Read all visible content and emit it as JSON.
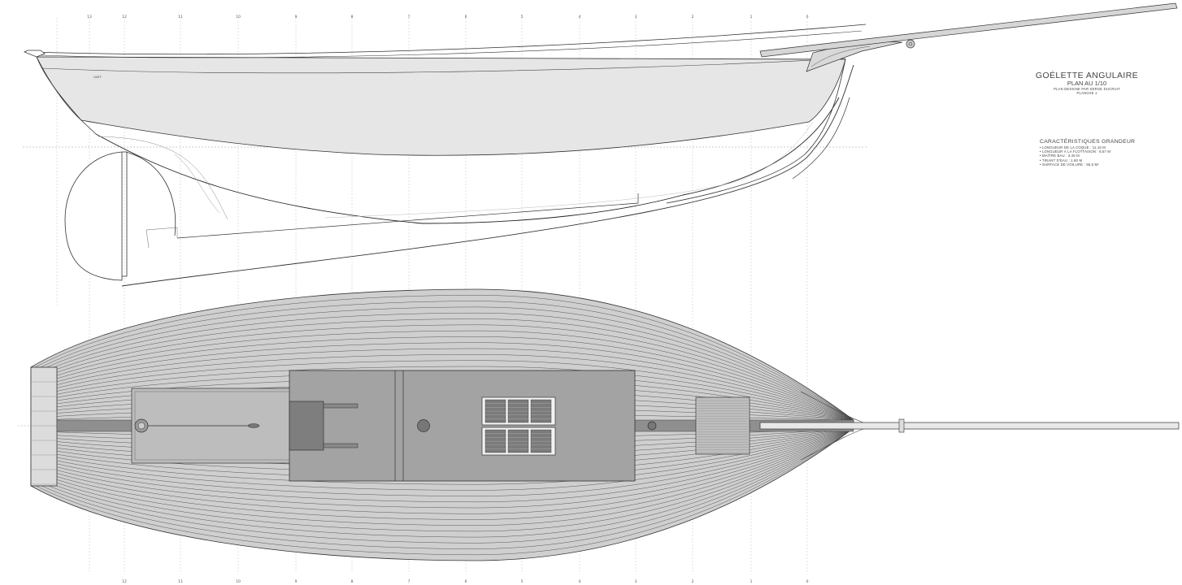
{
  "title_block": {
    "title": "GOÉLETTE ANGULAIRE",
    "scale": "PLAN AU 1/10",
    "author": "PLAN DESSINE PAR SERGE DUCRUIT",
    "sheet": "PLANCHE 1"
  },
  "characteristics": {
    "heading": "CARACTÉRISTIQUES GRANDEUR",
    "items": [
      "LONGUEUR DE LA COQUE : 11,15 M",
      "LONGUEUR À LA FLOTTAISON : 8,57 M",
      "MAÎTRE BAU : 3,45 M",
      "TIRANT D'EAU : 1,80 M",
      "SURFACE DE VOILURE : 56,5 M²"
    ]
  },
  "hull_label": "LIVET",
  "stations_top": [
    "13",
    "12",
    "11",
    "10",
    "9",
    "8",
    "7",
    "6",
    "5",
    "4",
    "3",
    "2",
    "1",
    "0"
  ],
  "stations_bottom": [
    "12",
    "11",
    "10",
    "9",
    "8",
    "7",
    "6",
    "5",
    "4",
    "3",
    "2",
    "1",
    "0"
  ],
  "colors": {
    "line": "#333333",
    "hull_fill": "#e6e6e6",
    "deck": "#cfcfcf",
    "house": "#9f9f9f",
    "house_dark": "#7e7e7e",
    "grid": "#b8b8b8"
  }
}
